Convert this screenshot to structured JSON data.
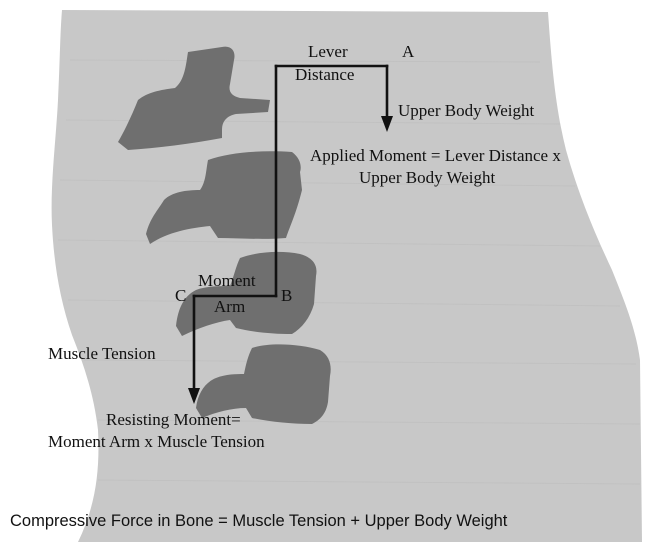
{
  "figure": {
    "labels": {
      "lever": "Lever",
      "distance": "Distance",
      "point_a": "A",
      "upper_body_weight": "Upper Body Weight",
      "applied_moment_line1": "Applied Moment = Lever Distance x",
      "applied_moment_line2": "Upper Body Weight",
      "point_c": "C",
      "moment": "Moment",
      "arm": "Arm",
      "point_b": "B",
      "muscle_tension": "Muscle Tension",
      "resisting_line1": "Resisting Moment=",
      "resisting_line2": "Moment Arm x Muscle Tension"
    },
    "caption": "Compressive Force in Bone = Muscle Tension + Upper Body Weight",
    "colors": {
      "background_silhouette": "#c8c8c8",
      "vertebra": "#6f6f6f",
      "lines": "#111111"
    }
  }
}
